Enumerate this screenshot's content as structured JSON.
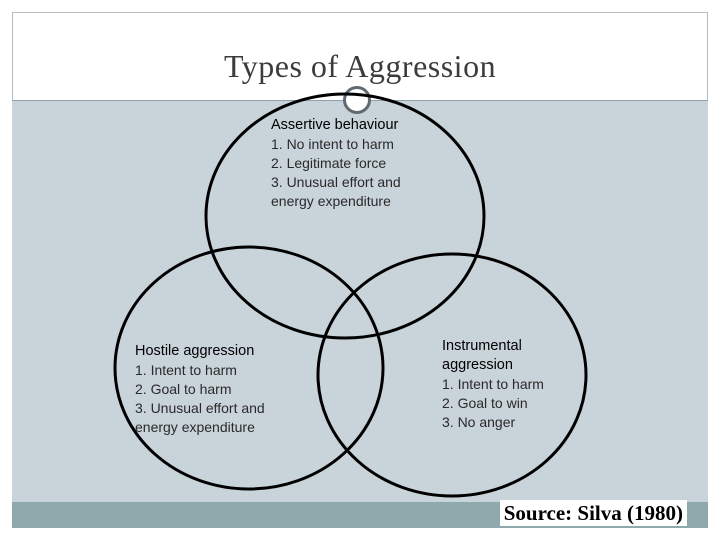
{
  "title": "Types of Aggression",
  "circles": [
    {
      "id": "assertive",
      "heading": "Assertive behaviour",
      "items": [
        "1. No intent to harm",
        "2. Legitimate force",
        "3. Unusual effort and",
        "energy expenditure"
      ]
    },
    {
      "id": "hostile",
      "heading": "Hostile aggression",
      "items": [
        "1. Intent to harm",
        "2. Goal to harm",
        "3. Unusual effort and",
        "energy expenditure"
      ]
    },
    {
      "id": "instrumental",
      "heading_lines": [
        "Instrumental",
        "aggression"
      ],
      "items": [
        "1. Intent to harm",
        "2. Goal to win",
        "3. No anger"
      ]
    }
  ],
  "source": "Source: Silva (1980)",
  "colors": {
    "panel": "#c9d3da",
    "bar": "#8eaaad",
    "outline": "#000000"
  }
}
